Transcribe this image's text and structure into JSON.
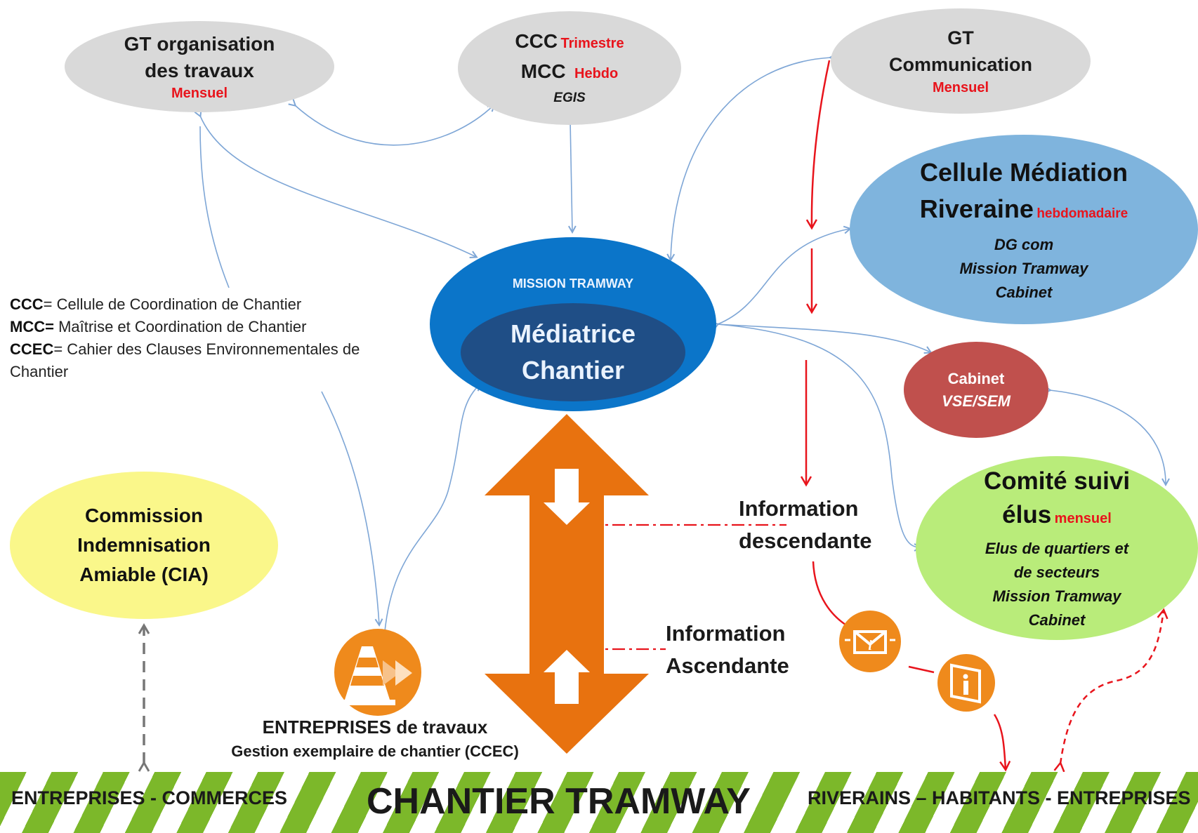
{
  "gt_organisation": {
    "line1": "GT organisation",
    "line2": "des travaux",
    "frequency": "Mensuel"
  },
  "ccc_mcc": {
    "ccc": "CCC",
    "ccc_freq": "Trimestre",
    "mcc": "MCC",
    "mcc_freq": "Hebdo",
    "org": "EGIS"
  },
  "gt_communication": {
    "line1": "GT",
    "line2": "Communication",
    "frequency": "Mensuel"
  },
  "cellule_mediation": {
    "line1": "Cellule Médiation",
    "line2": "Riveraine",
    "frequency": "hebdomadaire",
    "members": [
      "DG com",
      "Mission Tramway",
      "Cabinet"
    ]
  },
  "mission": {
    "label": "MISSION TRAMWAY",
    "line1": "Médiatrice",
    "line2": "Chantier"
  },
  "cabinet": {
    "line1": "Cabinet",
    "line2": "VSE/SEM"
  },
  "comite": {
    "line1": "Comité suivi",
    "line2": "élus",
    "frequency": "mensuel",
    "members": [
      "Elus de quartiers et",
      "de secteurs",
      "Mission Tramway",
      "Cabinet"
    ]
  },
  "commission": {
    "line1": "Commission",
    "line2": "Indemnisation",
    "line3": "Amiable (CIA)"
  },
  "legend": [
    {
      "abbr": "CCC",
      "text": "= Cellule de Coordination de Chantier"
    },
    {
      "abbr": "MCC=",
      "text": " Maîtrise et Coordination de Chantier"
    },
    {
      "abbr": "CCEC",
      "text": "= Cahier des Clauses Environnementales de Chantier"
    }
  ],
  "info_desc": {
    "line1": "Information",
    "line2": "descendante"
  },
  "info_asc": {
    "line1": "Information",
    "line2": "Ascendante"
  },
  "entreprises": {
    "line1": "ENTREPRISES de travaux",
    "line2": "Gestion exemplaire de chantier (CCEC)"
  },
  "band": {
    "left": "ENTREPRISES - COMMERCES",
    "center": "CHANTIER TRAMWAY",
    "right": "RIVERAINS – HABITANTS - ENTREPRISES"
  },
  "colors": {
    "grey_node": "#d9d9d9",
    "blue_mission": "#0b75c9",
    "navy_inner": "#1f4e86",
    "light_blue": "#7fb4dd",
    "cabinet_red": "#c0504d",
    "green_comite": "#b9ec7a",
    "yellow_cia": "#faf78a",
    "orange": "#e8720f",
    "red_text": "#e8141c",
    "connector": "#7ea6d6",
    "stripe_green": "#7cb82a"
  }
}
